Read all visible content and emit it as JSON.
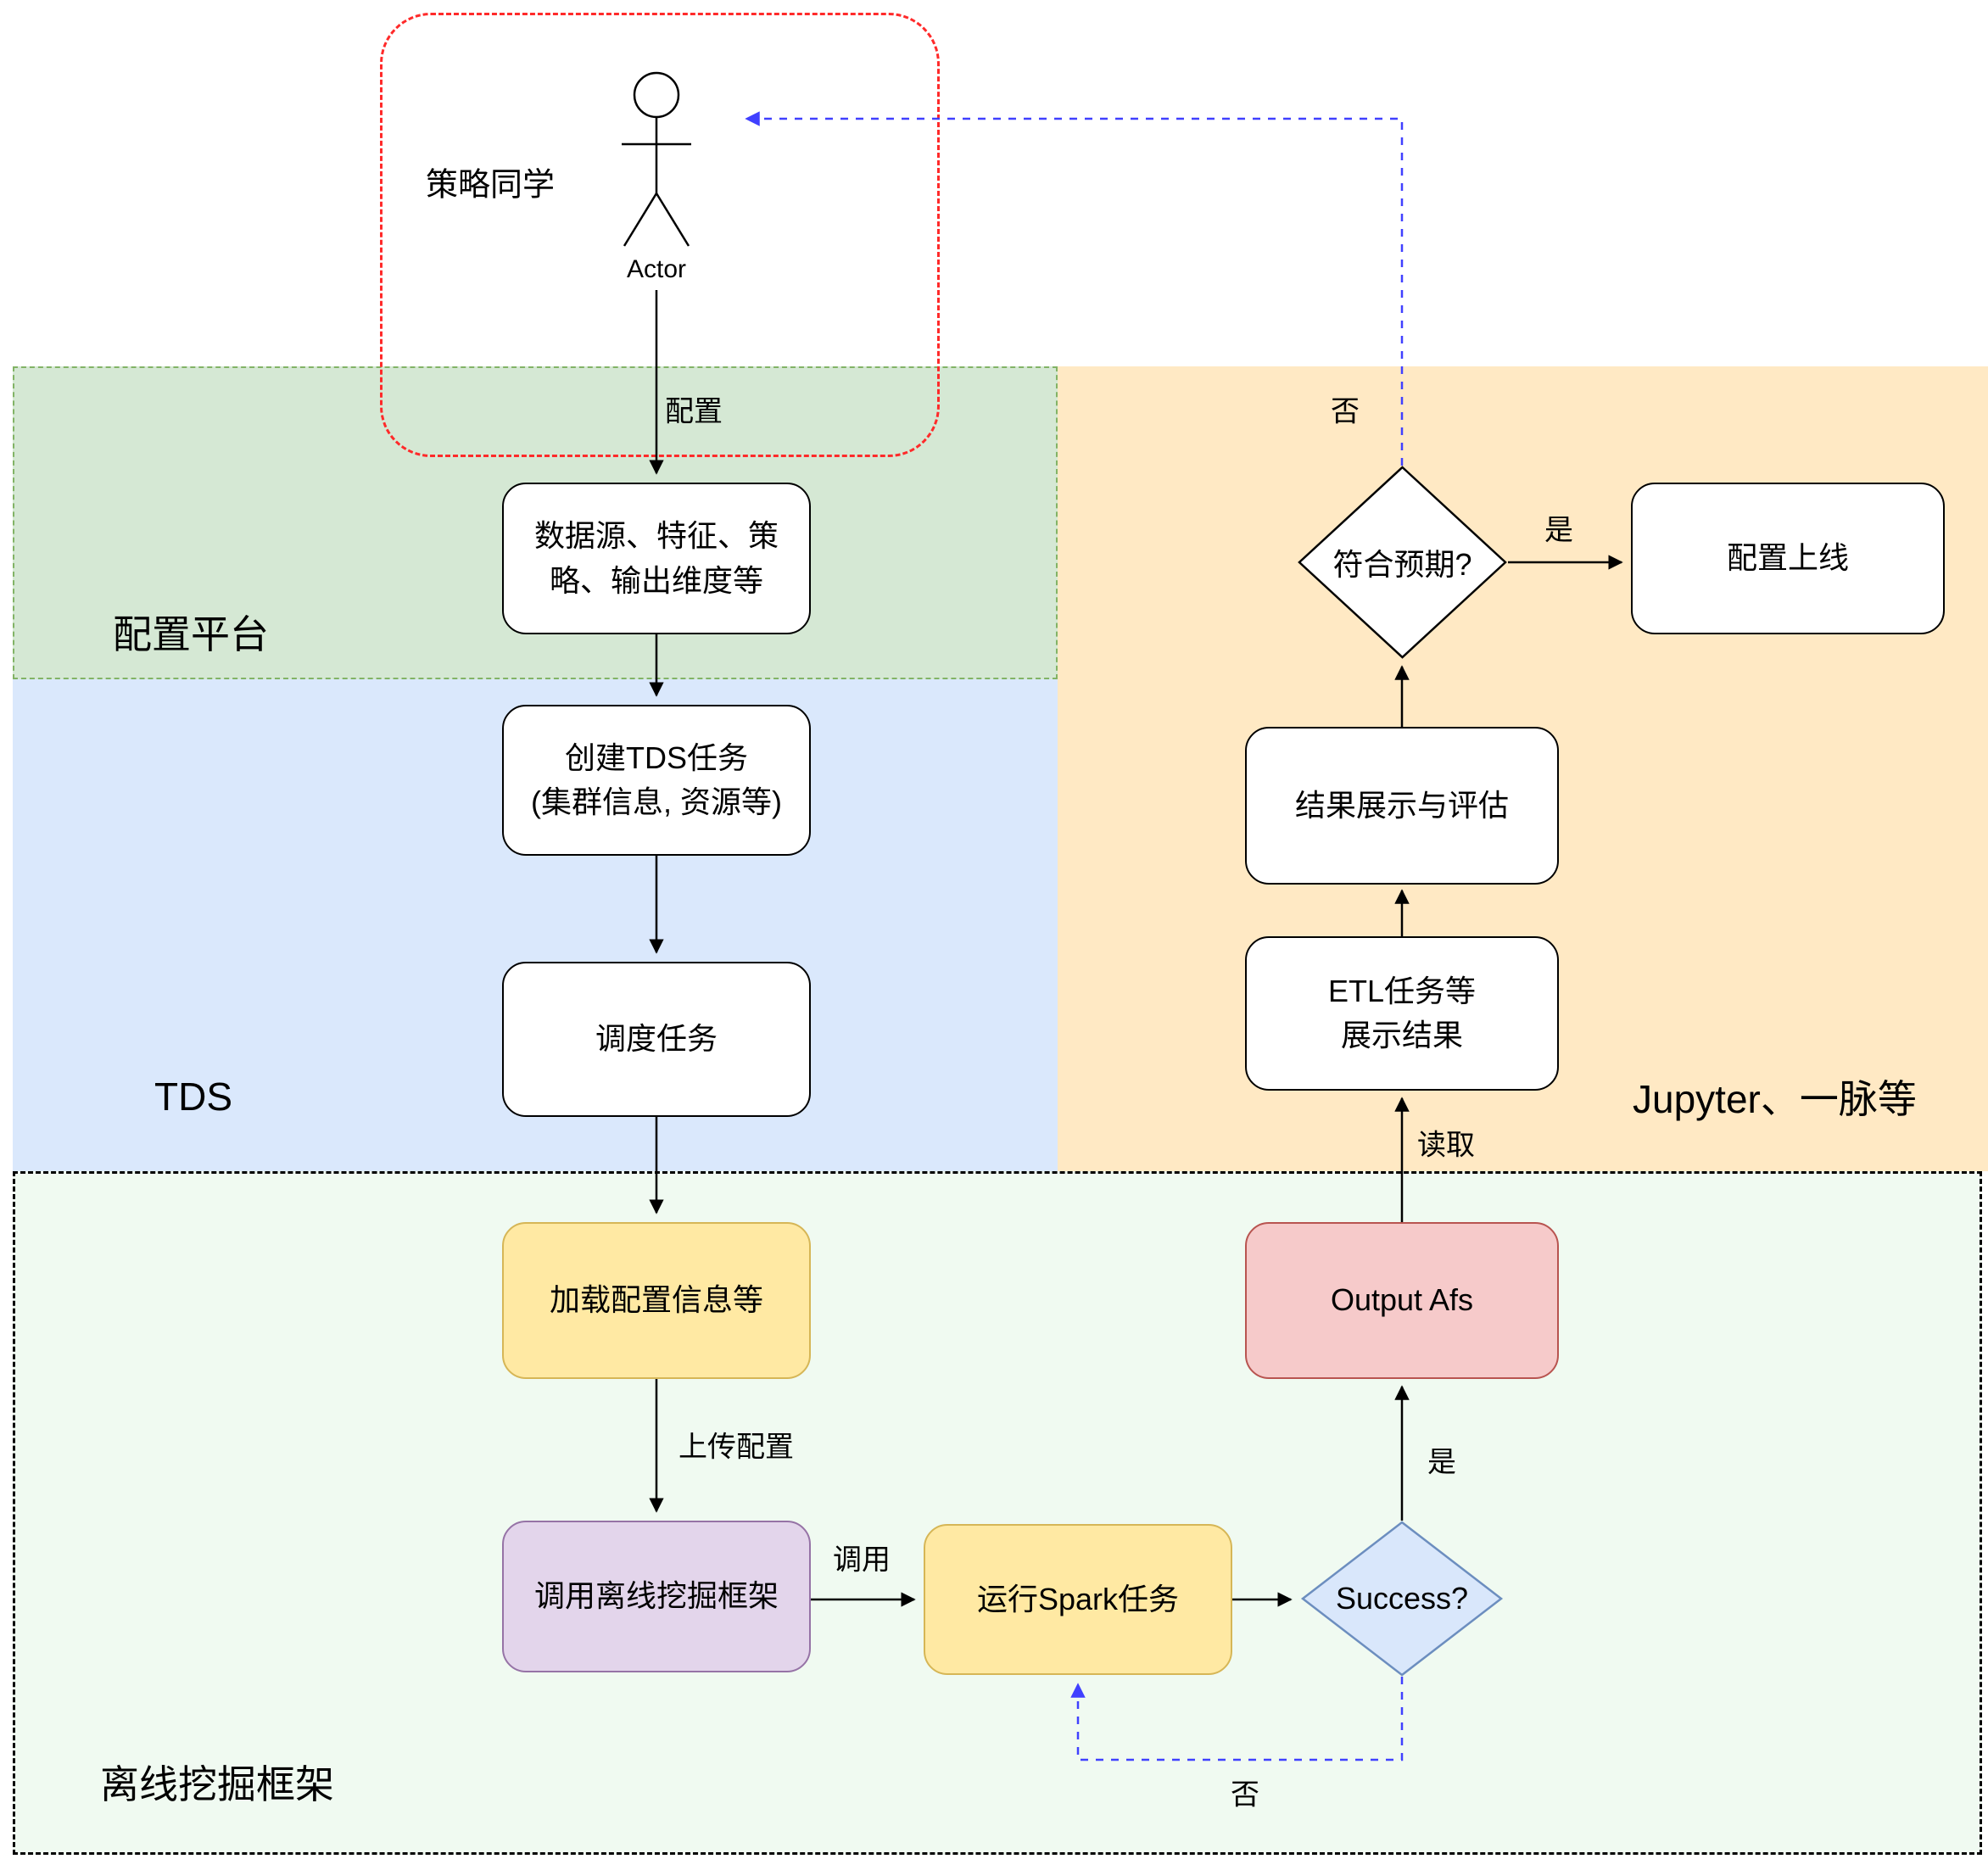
{
  "actor": {
    "role": "策略同学",
    "label": "Actor"
  },
  "regions": {
    "config_platform": {
      "label": "配置平台",
      "fill": "#d5e8d4"
    },
    "tds": {
      "label": "TDS",
      "fill": "#dae8fc"
    },
    "jupyter": {
      "label": "Jupyter、一脉等",
      "fill": "#ffe9c4"
    },
    "offline_framework": {
      "label": "离线挖掘框架",
      "fill": "#f0faf1"
    }
  },
  "nodes": {
    "data_source": {
      "label": "数据源、特征、策略、输出维度等"
    },
    "create_tds": {
      "label": "创建TDS任务\n(集群信息, 资源等)"
    },
    "schedule": {
      "label": "调度任务"
    },
    "load_config": {
      "label": "加载配置信息等"
    },
    "call_framework": {
      "label": "调用离线挖掘框架"
    },
    "run_spark": {
      "label": "运行Spark任务"
    },
    "success_decision": {
      "label": "Success?"
    },
    "output_afs": {
      "label": "Output Afs"
    },
    "etl_tasks": {
      "label": "ETL任务等\n展示结果"
    },
    "result_eval": {
      "label": "结果展示与评估"
    },
    "expected_decision": {
      "label": "符合预期?"
    },
    "config_online": {
      "label": "配置上线"
    }
  },
  "edge_labels": {
    "configure": "配置",
    "upload_config": "上传配置",
    "invoke": "调用",
    "read": "读取",
    "success_yes": "是",
    "success_no": "否",
    "expected_yes": "是",
    "expected_no": "否"
  },
  "colors": {
    "region_green": "#d5e8d4",
    "region_blue": "#dae8fc",
    "region_yellow": "#ffe9c4",
    "region_mint": "#f0faf1",
    "node_yellow_fill": "#ffe9a3",
    "node_yellow_stroke": "#d6b656",
    "node_purple_fill": "#e3d5eb",
    "node_purple_stroke": "#9673a6",
    "node_pink_fill": "#f6caca",
    "node_pink_stroke": "#b85450",
    "diamond_blue_fill": "#d9e7fb",
    "diamond_blue_stroke": "#6c8ebf",
    "arrow_black": "#000000",
    "arrow_blue": "#4040ff",
    "actor_frame_red": "#ff2a2a"
  }
}
